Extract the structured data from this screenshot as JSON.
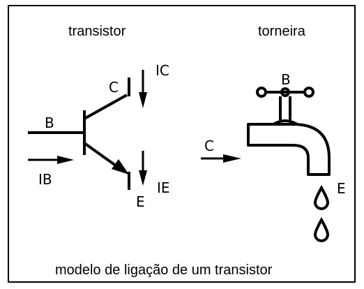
{
  "titles": {
    "left": "transistor",
    "right": "torneira"
  },
  "caption": "modelo de ligação de um transistor",
  "transistor_labels": {
    "base": "B",
    "collector": "C",
    "emitter": "E",
    "ic": "IC",
    "ib": "IB",
    "ie": "IE"
  },
  "faucet_labels": {
    "base": "B",
    "collector": "C",
    "emitter": "E"
  }
}
